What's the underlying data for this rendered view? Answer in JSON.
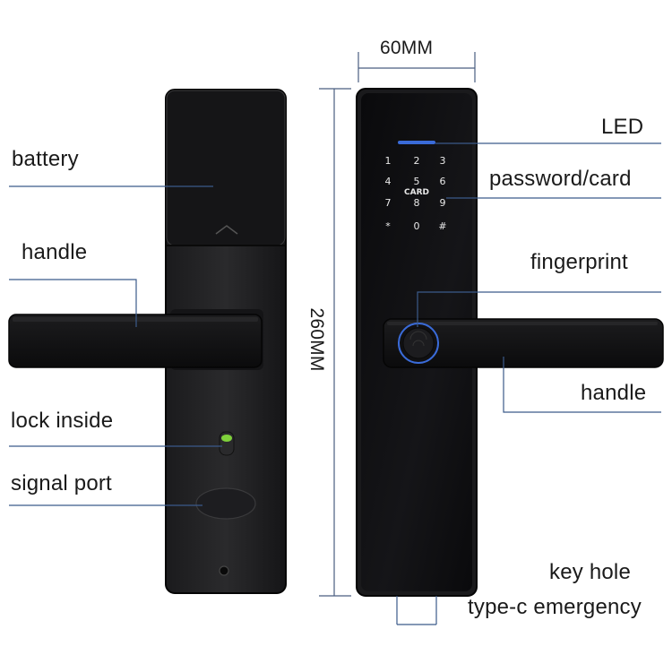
{
  "labels": {
    "battery": "battery",
    "handle_left": "handle",
    "lock_inside": "lock inside",
    "signal_port": "signal port",
    "led": "LED",
    "password_card": "password/card",
    "fingerprint": "fingerprint",
    "handle_right": "handle",
    "key_hole": "key hole",
    "type_c": "type-c emergency"
  },
  "dimensions": {
    "width": "60MM",
    "height": "260MM"
  },
  "keypad": {
    "keys": [
      "1",
      "2",
      "3",
      "4",
      "5",
      "6",
      "7",
      "8",
      "9",
      "*",
      "0",
      "#"
    ],
    "card_label": "CARD"
  },
  "colors": {
    "lock_body": "#0c0c0e",
    "led_blue": "#3a6bd8",
    "indicator_green": "#7fd13b",
    "leader_line": "#3b5a8a"
  }
}
